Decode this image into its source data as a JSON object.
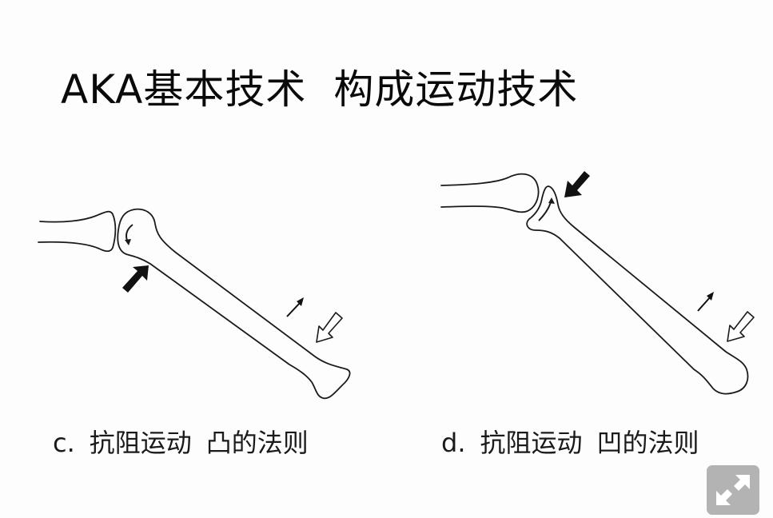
{
  "slide": {
    "title_part1": "AKA基本技术",
    "title_part2": "构成运动技术"
  },
  "figures": [
    {
      "id": "c",
      "caption_letter": "c.",
      "caption_text": "抗阻运动",
      "caption_rule": "凸的法则",
      "description": "Convex bone head moving on concave surface; rolling and gliding in opposite directions",
      "icons": [
        "curved-arrow-icon",
        "solid-push-arrow-icon",
        "small-movement-arrow-icon",
        "hollow-resistance-arrow-icon"
      ]
    },
    {
      "id": "d",
      "caption_letter": "d.",
      "caption_text": "抗阻运动",
      "caption_rule": "凹的法则",
      "description": "Concave bone end moving on convex surface; rolling and gliding in the same direction",
      "icons": [
        "curved-arrow-icon",
        "solid-push-arrow-icon",
        "small-movement-arrow-icon",
        "hollow-resistance-arrow-icon"
      ]
    }
  ],
  "controls": {
    "fullscreen_icon": "expand-arrows-icon",
    "fullscreen_color": "#b3b3b3"
  }
}
